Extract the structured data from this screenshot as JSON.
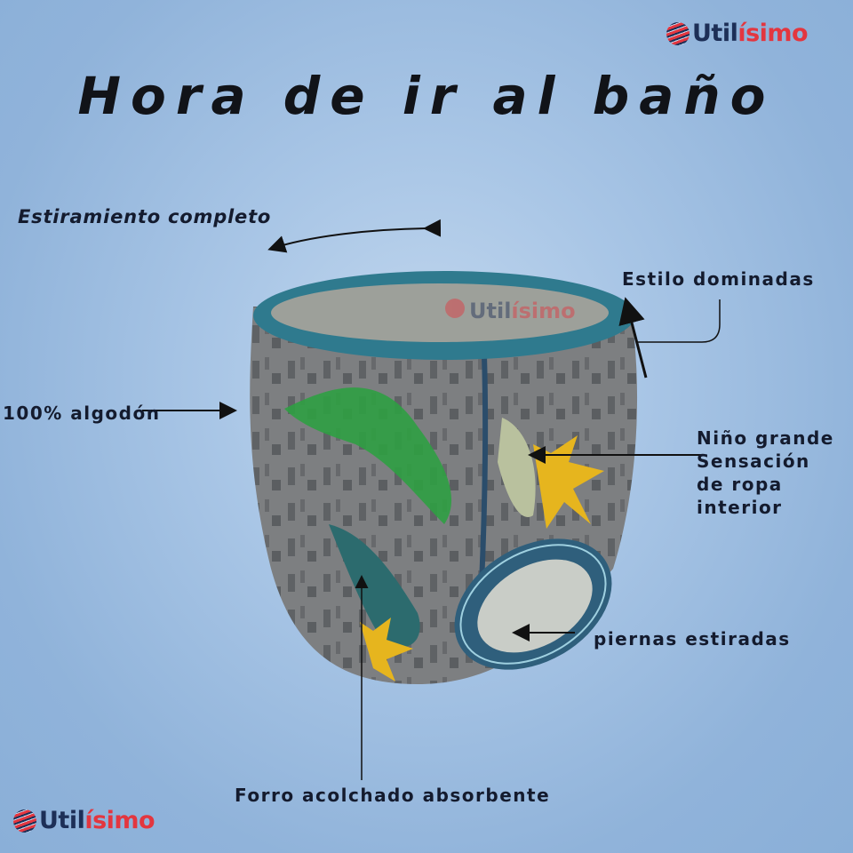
{
  "brand": {
    "name_part1": "Util",
    "name_part2": "ísimo",
    "primary_color": "#1d2f57",
    "accent_color": "#e3363f"
  },
  "title": "Hora de ir al baño",
  "callouts": {
    "stretch": "Estiramiento completo",
    "pullup": "Estilo dominadas",
    "cotton": "100% algodón",
    "big_kid": "Niño grande\nSensación\nde ropa\ninterior",
    "legs": "piernas estiradas",
    "lining": "Forro acolchado absorbente"
  },
  "product": {
    "description": "Training pants with dinosaur city print",
    "base_color": "#7c7f82",
    "trim_color": "#2f6f86",
    "watermark": "Utilísimo"
  },
  "colors": {
    "background": "#90b3da",
    "text": "#141b2e"
  }
}
